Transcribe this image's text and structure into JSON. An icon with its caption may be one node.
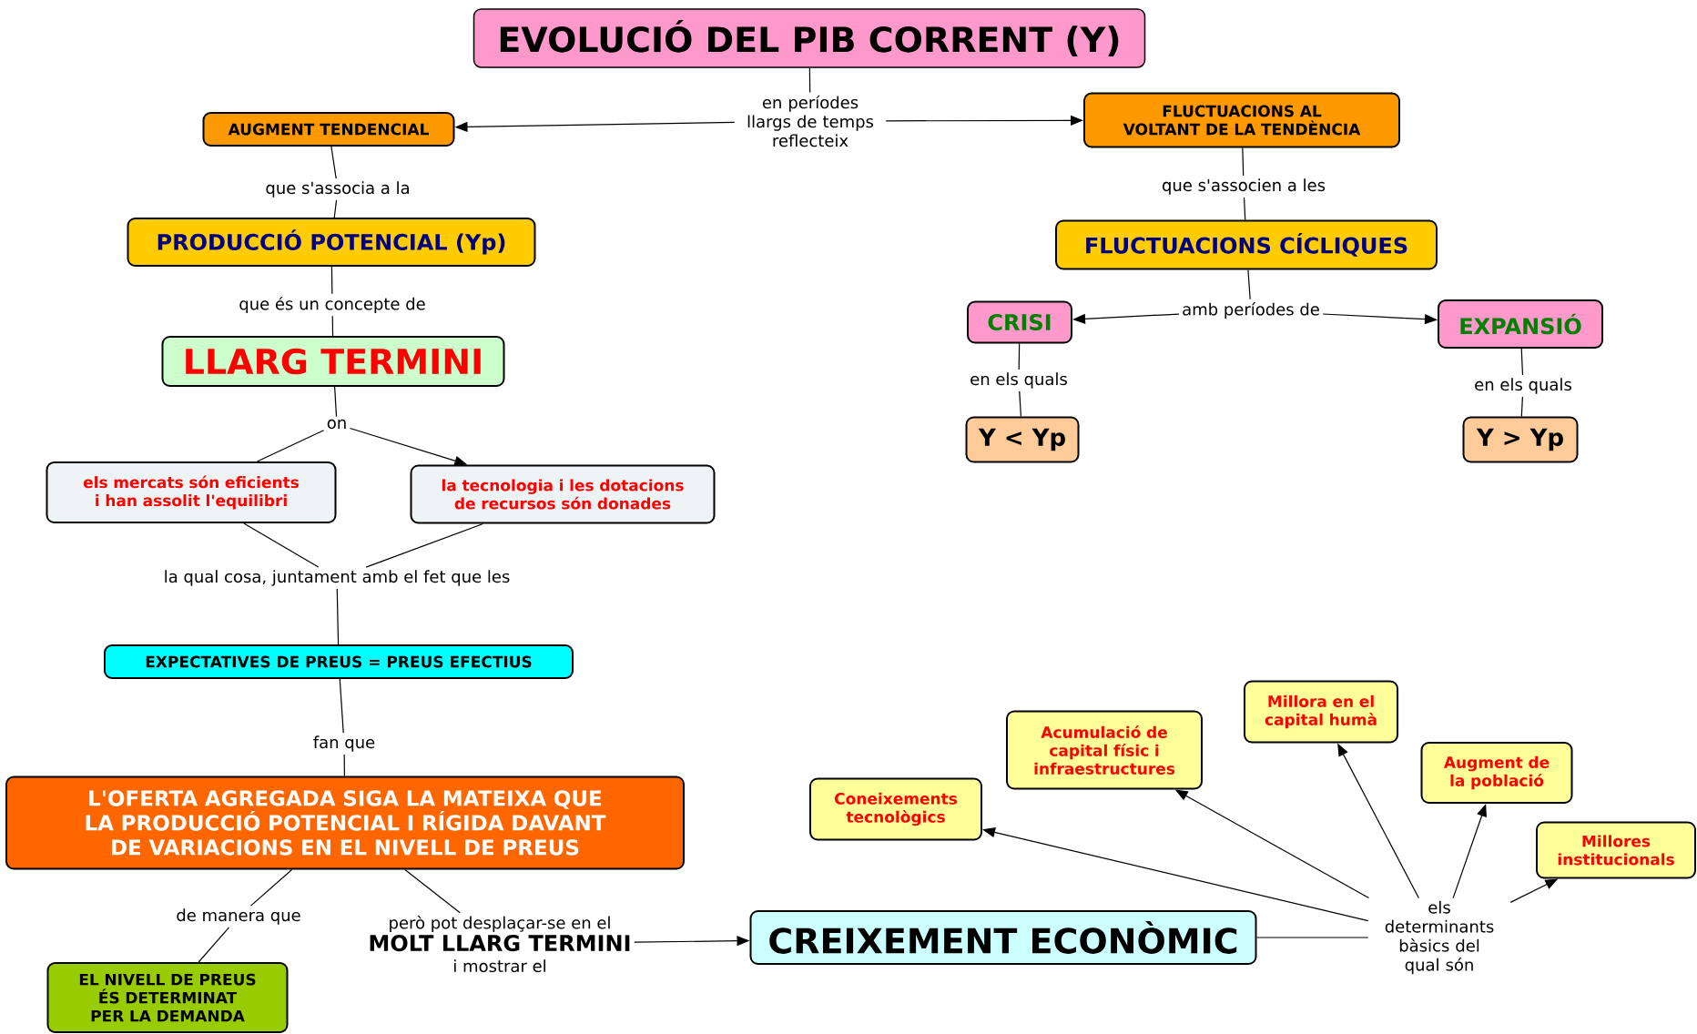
{
  "diagram": {
    "nodes": [
      {
        "text": [
          "EVOLUCIÓ DEL PIB CORRENT (Y)"
        ]
      },
      {
        "text": [
          "en períodes llargs de temps reflecteix"
        ]
      },
      {
        "text": [
          "AUGMENT TENDENCIAL"
        ]
      },
      {
        "text": [
          "FLUCTUACIONS AL VOLTANT DE LA TENDÈNCIA"
        ]
      },
      {
        "text": [
          "que s'associa a la"
        ]
      },
      {
        "text": [
          "PRODUCCIÓ POTENCIAL (Yp)"
        ]
      },
      {
        "text": [
          "que s'associen a les"
        ]
      },
      {
        "text": [
          "FLUCTUACIONS CÍCLIQUES"
        ]
      },
      {
        "text": [
          "que és un concepte de"
        ]
      },
      {
        "text": [
          "LLARG TERMINI"
        ]
      },
      {
        "text": [
          "amb períodes de"
        ]
      },
      {
        "text": [
          "CRISI"
        ]
      },
      {
        "text": [
          "EXPANSIÓ"
        ]
      },
      {
        "text": [
          "on"
        ]
      },
      {
        "text": [
          "en els quals"
        ]
      },
      {
        "text": [
          "en els quals"
        ]
      },
      {
        "text": [
          "Y < Yp"
        ]
      },
      {
        "text": [
          "Y > Yp"
        ]
      },
      {
        "text": [
          "els mercats són eficients i han assolit l'equilibri"
        ]
      },
      {
        "text": [
          "la tecnologia i les dotacions de recursos són donades"
        ]
      },
      {
        "text": [
          "la qual cosa, juntament amb el fet que les"
        ]
      },
      {
        "text": [
          "EXPECTATIVES DE PREUS = PREUS EFECTIUS"
        ]
      },
      {
        "text": [
          "fan que"
        ]
      },
      {
        "text": [
          "L'OFERTA AGREGADA SIGA LA MATEIXA QUE LA PRODUCCIÓ POTENCIAL I RÍGIDA DAVANT DE VARIACIONS EN EL NIVELL DE PREUS"
        ]
      },
      {
        "text": [
          "de manera que"
        ]
      },
      {
        "text": [
          "però pot desplaçar-se en el",
          "MOLT LLARG TERMINI",
          "i mostrar el"
        ]
      },
      {
        "text": [
          "EL NIVELL DE PREUS ÉS DETERMINAT PER LA DEMANDA"
        ]
      },
      {
        "text": [
          "CREIXEMENT ECONÒMIC"
        ]
      },
      {
        "text": [
          "els determinants bàsics del qual són"
        ]
      },
      {
        "text": [
          "Coneixements tecnològics"
        ]
      },
      {
        "text": [
          "Acumulació de capital físic i infraestructures"
        ]
      },
      {
        "text": [
          "Millora en el capital humà"
        ]
      },
      {
        "text": [
          "Augment de la població"
        ]
      },
      {
        "text": [
          "Millores institucionals"
        ]
      }
    ],
    "edges": [
      {
        "from": 0,
        "to": 1,
        "arrow": "none"
      },
      {
        "from": 1,
        "to": 2,
        "arrow": "to"
      },
      {
        "from": 1,
        "to": 3,
        "arrow": "to"
      },
      {
        "from": 2,
        "to": 4,
        "arrow": "none"
      },
      {
        "from": 4,
        "to": 5,
        "arrow": "none"
      },
      {
        "from": 3,
        "to": 6,
        "arrow": "none"
      },
      {
        "from": 6,
        "to": 7,
        "arrow": "none"
      },
      {
        "from": 5,
        "to": 8,
        "arrow": "none"
      },
      {
        "from": 8,
        "to": 9,
        "arrow": "none"
      },
      {
        "from": 7,
        "to": 10,
        "arrow": "none"
      },
      {
        "from": 10,
        "to": 11,
        "arrow": "to"
      },
      {
        "from": 10,
        "to": 12,
        "arrow": "to"
      },
      {
        "from": 9,
        "to": 13,
        "arrow": "none"
      },
      {
        "from": 13,
        "to": 18,
        "arrow": "none"
      },
      {
        "from": 13,
        "to": 19,
        "arrow": "to"
      },
      {
        "from": 11,
        "to": 14,
        "arrow": "none"
      },
      {
        "from": 14,
        "to": 16,
        "arrow": "none"
      },
      {
        "from": 12,
        "to": 15,
        "arrow": "none"
      },
      {
        "from": 15,
        "to": 17,
        "arrow": "none"
      },
      {
        "from": 18,
        "to": 20,
        "arrow": "none"
      },
      {
        "from": 19,
        "to": 20,
        "arrow": "none"
      },
      {
        "from": 20,
        "to": 21,
        "arrow": "none"
      },
      {
        "from": 21,
        "to": 22,
        "arrow": "none"
      },
      {
        "from": 22,
        "to": 23,
        "arrow": "none"
      },
      {
        "from": 23,
        "to": 24,
        "arrow": "none"
      },
      {
        "from": 24,
        "to": 26,
        "arrow": "none"
      },
      {
        "from": 23,
        "to": 25,
        "arrow": "none"
      },
      {
        "from": 25,
        "to": 27,
        "arrow": "to"
      },
      {
        "from": 27,
        "to": 28,
        "arrow": "none"
      },
      {
        "from": 28,
        "to": 29,
        "arrow": "to"
      },
      {
        "from": 28,
        "to": 30,
        "arrow": "to"
      },
      {
        "from": 28,
        "to": 31,
        "arrow": "to"
      },
      {
        "from": 28,
        "to": 32,
        "arrow": "to"
      },
      {
        "from": 28,
        "to": 33,
        "arrow": "to"
      }
    ]
  }
}
